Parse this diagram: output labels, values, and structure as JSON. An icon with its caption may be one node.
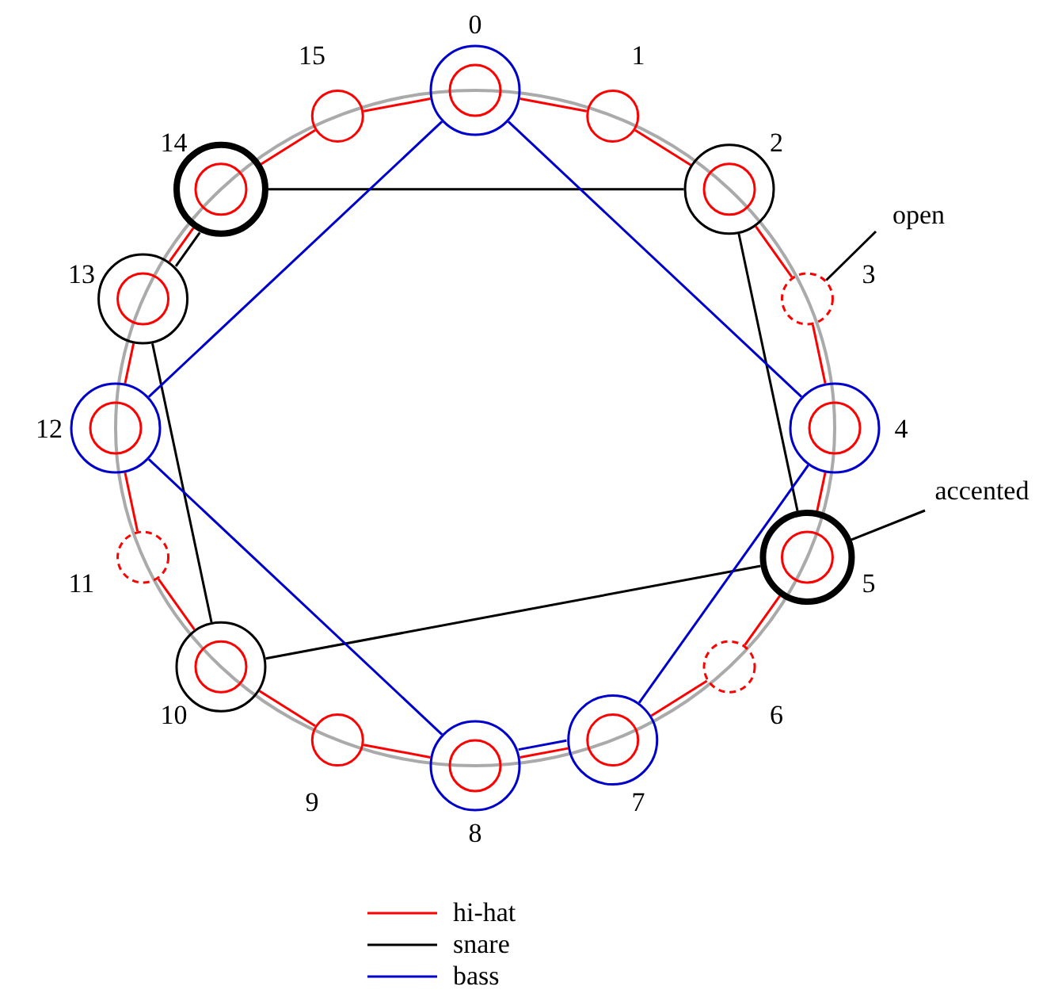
{
  "diagram": {
    "nodes": [
      {
        "text": [],
        "shape": "circle",
        "beside": [
          "0"
        ]
      },
      {
        "text": [],
        "shape": "circle",
        "beside": [
          "1"
        ]
      },
      {
        "text": [],
        "shape": "circle",
        "beside": [
          "2"
        ]
      },
      {
        "text": [],
        "shape": "circle",
        "beside": [
          "3"
        ]
      },
      {
        "text": [],
        "shape": "circle",
        "beside": [
          "4"
        ]
      },
      {
        "text": [],
        "shape": "circle",
        "beside": [
          "5"
        ]
      },
      {
        "text": [],
        "shape": "circle",
        "beside": [
          "6"
        ]
      },
      {
        "text": [],
        "shape": "circle",
        "beside": [
          "7"
        ]
      },
      {
        "text": [],
        "shape": "circle",
        "beside": [
          "8"
        ]
      },
      {
        "text": [],
        "shape": "circle",
        "beside": [
          "9"
        ]
      },
      {
        "text": [],
        "shape": "circle",
        "beside": [
          "10"
        ]
      },
      {
        "text": [],
        "shape": "circle",
        "beside": [
          "11"
        ]
      },
      {
        "text": [],
        "shape": "circle",
        "beside": [
          "12"
        ]
      },
      {
        "text": [],
        "shape": "circle",
        "beside": [
          "13"
        ]
      },
      {
        "text": [],
        "shape": "circle",
        "beside": [
          "14"
        ]
      },
      {
        "text": [],
        "shape": "circle",
        "beside": [
          "15"
        ]
      },
      {
        "text": [
          "open"
        ]
      },
      {
        "text": [
          "accented"
        ]
      }
    ],
    "edges": [
      {
        "from": 0,
        "to": 1,
        "arrow": "none"
      },
      {
        "from": 1,
        "to": 2,
        "arrow": "none"
      },
      {
        "from": 2,
        "to": 3,
        "arrow": "none"
      },
      {
        "from": 3,
        "to": 4,
        "arrow": "none"
      },
      {
        "from": 4,
        "to": 5,
        "arrow": "none"
      },
      {
        "from": 5,
        "to": 6,
        "arrow": "none"
      },
      {
        "from": 6,
        "to": 7,
        "arrow": "none"
      },
      {
        "from": 7,
        "to": 8,
        "arrow": "none"
      },
      {
        "from": 8,
        "to": 9,
        "arrow": "none"
      },
      {
        "from": 9,
        "to": 10,
        "arrow": "none"
      },
      {
        "from": 10,
        "to": 11,
        "arrow": "none"
      },
      {
        "from": 11,
        "to": 12,
        "arrow": "none"
      },
      {
        "from": 12,
        "to": 13,
        "arrow": "none"
      },
      {
        "from": 13,
        "to": 14,
        "arrow": "none"
      },
      {
        "from": 14,
        "to": 15,
        "arrow": "none"
      },
      {
        "from": 15,
        "to": 0,
        "arrow": "none"
      },
      {
        "from": 14,
        "to": 2,
        "arrow": "none",
        "color": "#000000"
      },
      {
        "from": 2,
        "to": 5,
        "arrow": "none",
        "color": "#000000"
      },
      {
        "from": 5,
        "to": 10,
        "arrow": "none",
        "color": "#000000"
      },
      {
        "from": 10,
        "to": 13,
        "arrow": "none",
        "color": "#000000"
      },
      {
        "from": 13,
        "to": 14,
        "arrow": "none",
        "color": "#000000"
      },
      {
        "from": 0,
        "to": 4,
        "arrow": "none",
        "color": "#0000cc"
      },
      {
        "from": 4,
        "to": 7,
        "arrow": "none",
        "color": "#0000cc"
      },
      {
        "from": 7,
        "to": 8,
        "arrow": "none",
        "color": "#0000cc"
      },
      {
        "from": 8,
        "to": 12,
        "arrow": "none",
        "color": "#0000cc"
      },
      {
        "from": 12,
        "to": 0,
        "arrow": "none",
        "color": "#0000cc"
      },
      {
        "from": 16,
        "to": 3,
        "arrow": "none",
        "color": "#000000"
      },
      {
        "from": 17,
        "to": 5,
        "arrow": "none",
        "color": "#000000"
      }
    ],
    "legend": [
      {
        "text": "hi-hat"
      },
      {
        "text": "snare"
      },
      {
        "text": "bass"
      }
    ]
  }
}
